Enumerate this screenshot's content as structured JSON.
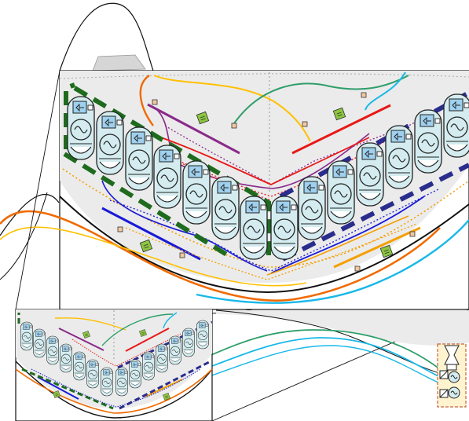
{
  "diagram": {
    "top_view": {
      "unit_count": 14,
      "units_per_side": 7
    },
    "inset_view": {
      "unit_count": 14
    },
    "colors": {
      "hull_fill": "#ebebeb",
      "unit_body": "#d4ecef",
      "unit_panel": "#9fd0ee",
      "bracket_left": "#1e6b1e",
      "bracket_right": "#2a2d8c",
      "bus_purple": "#8a2a8a",
      "bus_red": "#e81818",
      "bus_blue": "#1a1ad6",
      "bus_orange": "#f5a000",
      "cable_orange_dark": "#f06a00",
      "cable_yellow": "#ffc000",
      "cable_green": "#2e9e6a",
      "cable_cyan": "#18b8e8",
      "connector_fill": "#f2c8a0",
      "box_fill": "#8cc63f",
      "turbine_border": "#c8643c",
      "turbine_fill": "#fff3d0"
    },
    "icons": [
      "generator-icon",
      "converter-icon",
      "turbine-icon",
      "connector-icon"
    ]
  }
}
